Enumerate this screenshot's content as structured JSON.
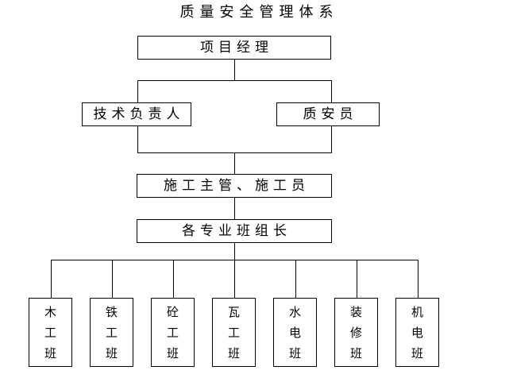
{
  "title": "质量安全管理体系",
  "nodes": {
    "level1": {
      "label": "项目经理"
    },
    "level2": [
      {
        "label": "技术负责人"
      },
      {
        "label": "质安员"
      }
    ],
    "level3": {
      "label": "施工主管、施工员"
    },
    "level4": {
      "label": "各专业班组长"
    },
    "level5": [
      {
        "label": "木工班",
        "chars": [
          "木",
          "工",
          "班"
        ]
      },
      {
        "label": "铁工班",
        "chars": [
          "铁",
          "工",
          "班"
        ]
      },
      {
        "label": "砼工班",
        "chars": [
          "砼",
          "工",
          "班"
        ]
      },
      {
        "label": "瓦工班",
        "chars": [
          "瓦",
          "工",
          "班"
        ]
      },
      {
        "label": "水电班",
        "chars": [
          "水",
          "电",
          "班"
        ]
      },
      {
        "label": "装修班",
        "chars": [
          "装",
          "修",
          "班"
        ]
      },
      {
        "label": "机电班",
        "chars": [
          "机",
          "电",
          "班"
        ]
      }
    ]
  },
  "colors": {
    "background": "#ffffff",
    "line": "#000000",
    "text": "#000000"
  }
}
